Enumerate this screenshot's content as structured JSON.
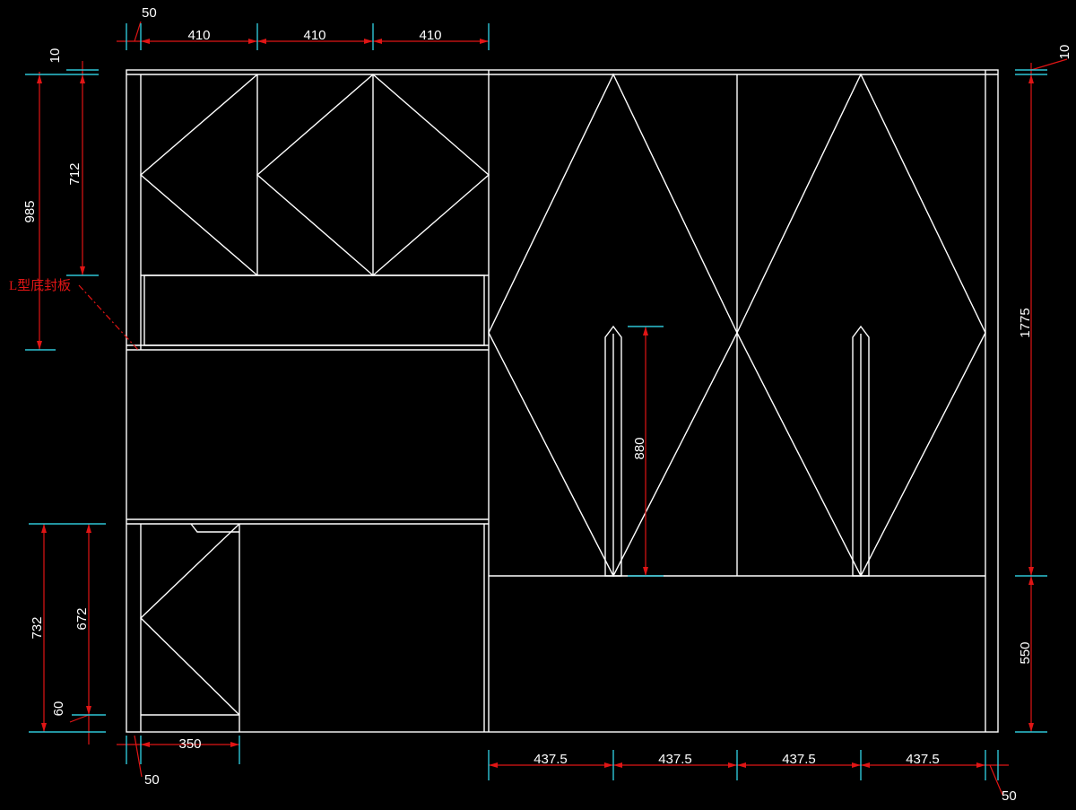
{
  "drawing": {
    "background": "#000000",
    "colors": {
      "outline": "#ffffff",
      "dimension_line": "#e01515",
      "extension_tick": "#2ec6d6",
      "dimension_text": "#ffffff",
      "note_text": "#e01515"
    }
  },
  "dimensions": {
    "top_offset": "50",
    "top_door_1": "410",
    "top_door_2": "410",
    "top_door_3": "410",
    "left_top_gap": "10",
    "left_upper_height": "985",
    "left_door_height": "712",
    "left_lower_height": "732",
    "left_lower_door": "672",
    "left_base": "60",
    "bottom_drawer_width": "350",
    "bottom_left_offset": "50",
    "right_top_gap": "10",
    "right_upper_height": "1775",
    "right_plinth": "550",
    "handle_length": "880",
    "bottom_door_1": "437.5",
    "bottom_door_2": "437.5",
    "bottom_door_3": "437.5",
    "bottom_door_4": "437.5",
    "bottom_right_offset": "50"
  },
  "notes": {
    "l_board": "L型底封板"
  }
}
